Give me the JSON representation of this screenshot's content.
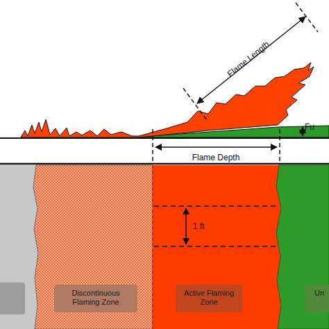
{
  "diagram": {
    "nodes": [
      {
        "text": [
          "Discontinuous Flaming Zone"
        ]
      },
      {
        "text": [
          "Active Flaming Zone"
        ]
      },
      {
        "text": [
          "Un"
        ]
      }
    ],
    "labels": [
      "Flame Length",
      "Fu",
      "Flame Depth",
      "1 ft"
    ]
  }
}
